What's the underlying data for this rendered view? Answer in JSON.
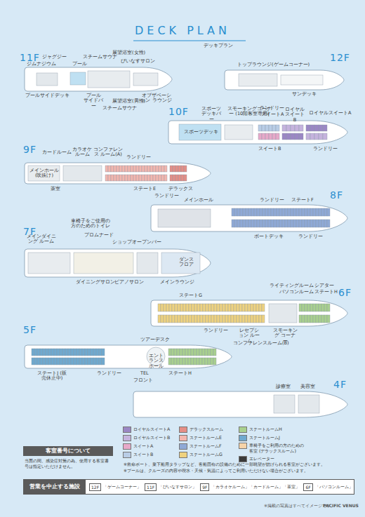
{
  "diagram": {
    "title": "DECK PLAN",
    "nodes": [
      {
        "text": [
          "客室番号について",
          "当面の間、感染症対策の為、使用する客室番号は指定いただけません。"
        ]
      },
      {
        "text": [
          "営業を中止する施設"
        ]
      },
      {
        "text": [
          "12F",
          "「ゲームコーナー」"
        ],
        "in": 1
      },
      {
        "text": [
          "11F",
          "「ぴいなすサロン」"
        ],
        "in": 1
      },
      {
        "text": [
          "9F",
          "「カラオケルーム」「カードルーム」「茶室」"
        ],
        "in": 1
      },
      {
        "text": [
          "6F",
          "「パソコンルーム」"
        ],
        "in": 1
      }
    ],
    "labels": [
      "デッキプラン",
      "11F",
      "ジャグジー",
      "ジムナジウム",
      "プール",
      "スチームサウナ",
      "展望浴室(女性)",
      "ぴいなすサロン",
      "プールサイドデッキ",
      "プール サイドバー",
      "スチームサウナ",
      "展望浴室(男性)",
      "オブザベーション ラウンジ",
      "12F",
      "トップラウンジ(ゲームコーナー)",
      "サンデッキ",
      "10F",
      "スポーツ デッキバー",
      "スモーキングコーナー (10階客室専用)",
      "ランドリー",
      "スイートA",
      "ロイヤル スイートB",
      "ロイヤルスイートA",
      "スイートB",
      "ランドリー",
      "スポーツデッキ",
      "9F",
      "カードルーム",
      "カラオケ ルーム",
      "コンファレンス ルーム(A)",
      "ランドリー",
      "メインホール (吹抜け)",
      "茶室",
      "ステートE",
      "デラックス",
      "ランドリー",
      "8F",
      "メインホール",
      "ランドリー",
      "ステートF",
      "ボートデッキ",
      "ランドリー",
      "7F",
      "車椅子をご使用の 方のためのトイレ",
      "プロムナード",
      "ショップ",
      "オープンバー",
      "メインダイニング ルーム",
      "ダンス フロア",
      "ダイニングサロン",
      "ピアノサロン",
      "メインラウンジ",
      "6F",
      "ステートG",
      "ライティングルーム",
      "パソコンルーム",
      "シアター",
      "ステートH",
      "ランドリー",
      "レセプション ルーム",
      "スモーキング コーナー",
      "コンファレンスルーム(B)",
      "5F",
      "ツアーデスク",
      "エントランスホール",
      "ステートJ (販売休止中)",
      "ランドリー",
      "TEL",
      "フロント",
      "ステートH",
      "4F",
      "診療室",
      "美容室",
      "※救命ボート、乗下船用タラップなど、客船固有の設備のために一部眺望が妨げられる客室がございます。",
      "※プールは、クルーズの内容や喫水・天候・気温によってご利用いただけない場合がございます。",
      "※掲載の写真はすべてイメージです。",
      "PACIFIC VENUS"
    ],
    "legend": [
      {
        "text": "ロイヤルスイートA",
        "color": "#9b87c4"
      },
      {
        "text": "ロイヤルスイートB",
        "color": "#c5b3dd"
      },
      {
        "text": "スイートA",
        "color": "#e7a9c9"
      },
      {
        "text": "スイートB",
        "color": "#b9cde6"
      },
      {
        "text": "デラックスルーム",
        "color": "#e58e86"
      },
      {
        "text": "ステートルームE",
        "color": "#f3b6ae"
      },
      {
        "text": "ステートルームF",
        "color": "#8fa9d6"
      },
      {
        "text": "ステートルームG",
        "color": "#efd27f"
      },
      {
        "text": "ステートルームH",
        "color": "#a9d08e"
      },
      {
        "text": "ステートルームJ",
        "color": "#6fa9cf"
      },
      {
        "text": "車椅子をご利用の方のための客室 (デラックスルーム)",
        "color": "#f6d3a8"
      },
      {
        "text": "エレベーター",
        "color": "#3a3a3a"
      }
    ]
  }
}
